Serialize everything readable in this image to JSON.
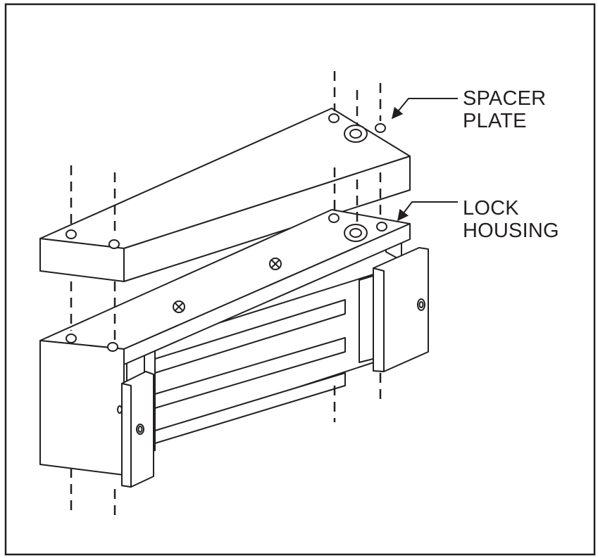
{
  "labels": {
    "spacer_plate": [
      "SPACER",
      "PLATE"
    ],
    "lock_housing": [
      "LOCK",
      "HOUSING"
    ]
  },
  "colors": {
    "ink": "#231f20",
    "face": "#ffffff",
    "background": "#ffffff"
  },
  "icons": {
    "hole": "mounting-hole-icon",
    "screw": "phillips-screw-icon",
    "arrow": "callout-arrow-icon"
  }
}
